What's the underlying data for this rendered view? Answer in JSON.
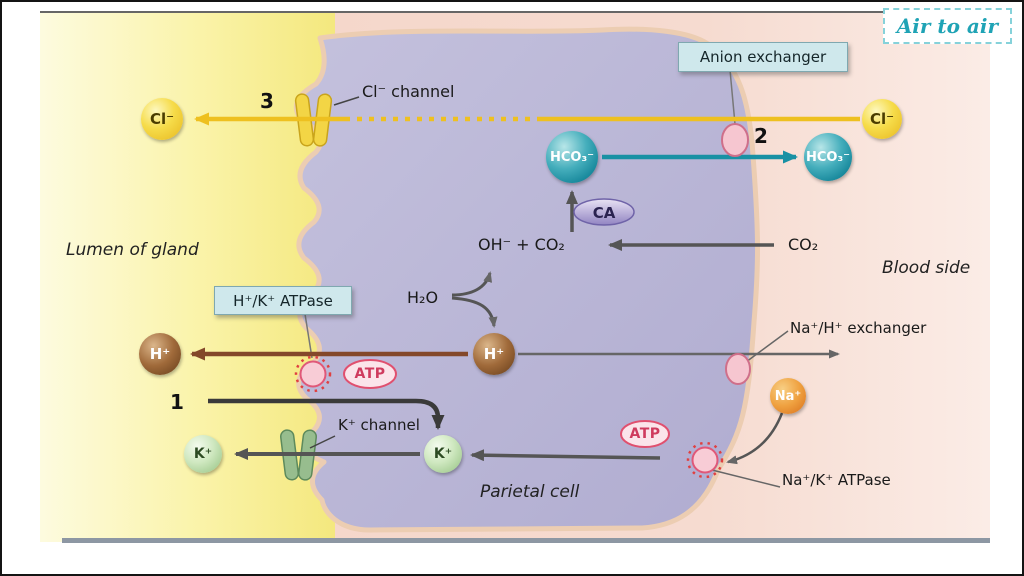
{
  "watermark": "Air to air",
  "regions": {
    "lumen": "Lumen of gland",
    "blood": "Blood side",
    "cell": "Parietal cell"
  },
  "steps": {
    "s1": "1",
    "s2": "2",
    "s3": "3"
  },
  "labels": {
    "cl_channel": "Cl⁻ channel",
    "anion_exchanger": "Anion exchanger",
    "hk_atpase": "H⁺/K⁺ ATPase",
    "k_channel": "K⁺ channel",
    "nah_exchanger": "Na⁺/H⁺ exchanger",
    "nak_atpase": "Na⁺/K⁺ ATPase",
    "ca": "CA"
  },
  "ions": {
    "cl": "Cl⁻",
    "hco3": "HCO₃⁻",
    "h": "H⁺",
    "k": "K⁺",
    "na": "Na⁺"
  },
  "molecules": {
    "oh_plus_co2": "OH⁻  +  CO₂",
    "co2": "CO₂",
    "h2o": "H₂O",
    "atp": "ATP"
  },
  "colors": {
    "lumen_yellow": "#f4e87e",
    "blood_pink": "#f6d7cb",
    "cell_purple": "#b8b5d6",
    "membrane_peach": "#eccdb2",
    "cl_yellow": "#eec832",
    "hco3_teal": "#1b8b9e",
    "h_brown": "#7c4e26",
    "k_green": "#a9cf98",
    "na_orange": "#e1832a",
    "label_box_teal": "#cfe8ec",
    "pump_pink": "#f8ccd6",
    "watermark_teal": "#1fa3b5"
  }
}
